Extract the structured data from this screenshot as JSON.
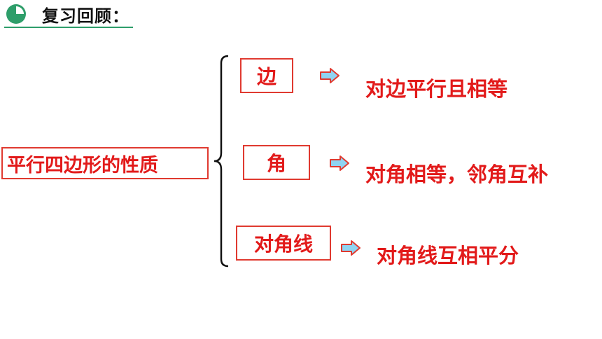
{
  "header": {
    "title": "复习回顾："
  },
  "colors": {
    "accent_green": "#2e9e6a",
    "text_red": "#e21a1a",
    "border_red": "#e03a30",
    "arrow_fill": "#8fd4f2",
    "arrow_stroke": "#e03a30"
  },
  "diagram": {
    "main_label": "平行四边形的性质",
    "items": [
      {
        "label": "边",
        "result": "对边平行且相等"
      },
      {
        "label": "角",
        "result": "对角相等，邻角互补"
      },
      {
        "label": "对角线",
        "result": "对角线互相平分"
      }
    ]
  }
}
